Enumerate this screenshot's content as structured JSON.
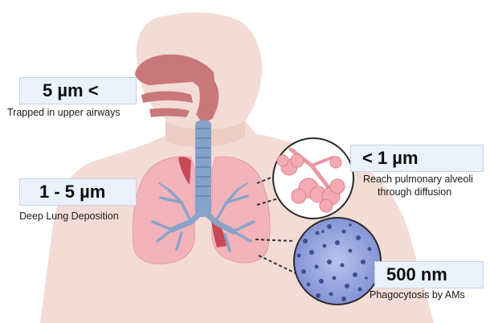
{
  "labels": {
    "upper": {
      "value": "5  µm <",
      "caption": "Trapped in upper airways"
    },
    "deep": {
      "value": "1 - 5 µm",
      "caption": "Deep Lung Deposition"
    },
    "alveoli": {
      "value": "< 1 µm",
      "caption_line1": "Reach pulmonary alveoli",
      "caption_line2": "through diffusion"
    },
    "phago": {
      "value": "500 nm",
      "caption": "Phagocytosis by AMs"
    }
  },
  "colors": {
    "body": "#f3dcd5",
    "nasal": "#c8787a",
    "trachea": "#86a2c8",
    "lung": "#f2b4ba",
    "bronchi": "#8aa3c9",
    "box": "#eaf1fb",
    "cells": "#5b6fae"
  }
}
